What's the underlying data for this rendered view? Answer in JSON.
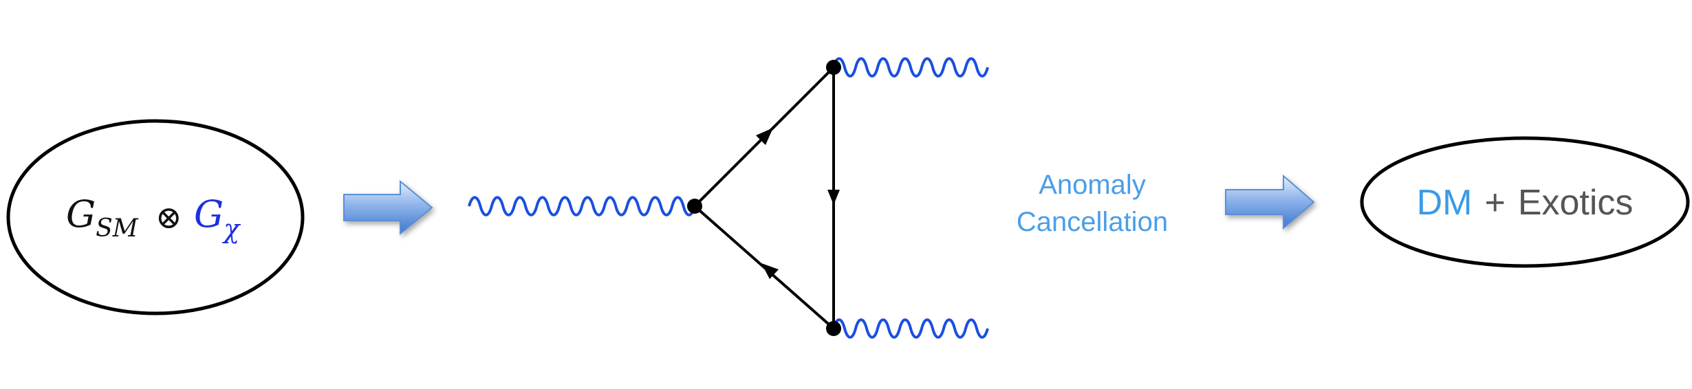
{
  "left_node": {
    "g_sm_base": "G",
    "g_sm_sub": "SM",
    "otimes": "⊗",
    "g_chi_base": "G",
    "g_chi_sub": "χ"
  },
  "middle_label": {
    "line1": "Anomaly",
    "line2": "Cancellation"
  },
  "right_node": {
    "dm": "DM",
    "plus": "+",
    "exotics": "Exotics"
  },
  "colors": {
    "ellipse_stroke": "#000000",
    "math_black": "#111111",
    "math_blue": "#1b2fe0",
    "photon_blue": "#1a4fe0",
    "label_blue": "#4a9ee8",
    "dm_blue": "#3b9ae6",
    "exotics_gray": "#555555",
    "arrow_fill_light": "#d6e6fb",
    "arrow_fill_dark": "#4f86d6",
    "arrow_stroke": "#3d6fbf"
  },
  "icons": {
    "flow_arrow": "right-arrow-icon",
    "vertex": "vertex-dot-icon"
  }
}
